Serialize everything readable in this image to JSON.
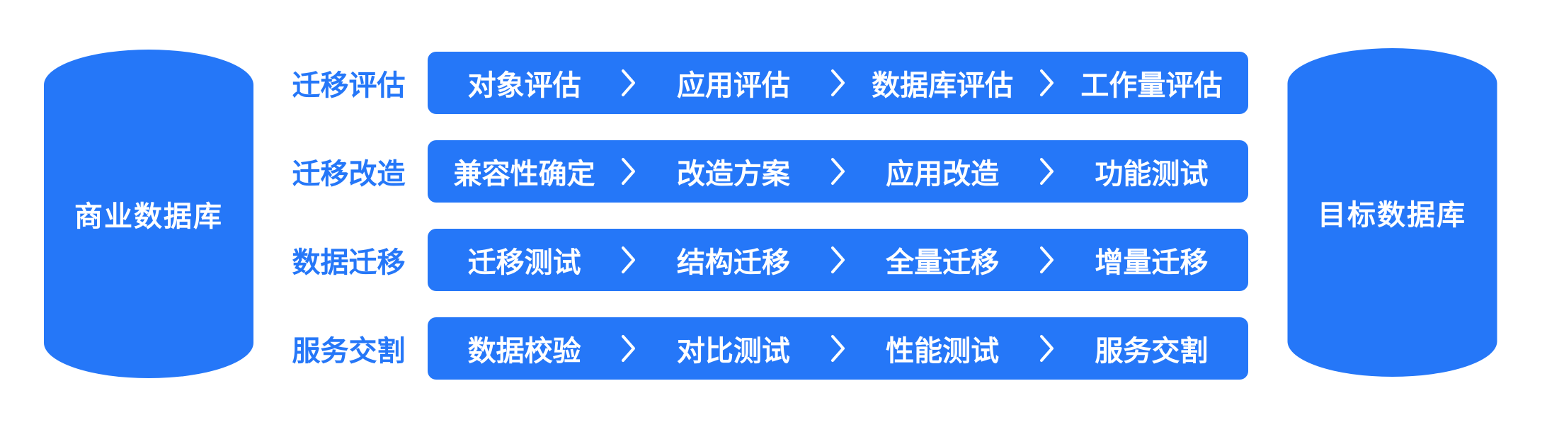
{
  "colors": {
    "primary": "#2577f8",
    "background": "#ffffff",
    "step_text": "#ffffff"
  },
  "left_cylinder": {
    "label": "商业数据库"
  },
  "right_cylinder": {
    "label": "目标数据库"
  },
  "chevron_icon": "chevron-right",
  "rows": [
    {
      "label": "迁移评估",
      "steps": [
        "对象评估",
        "应用评估",
        "数据库评估",
        "工作量评估"
      ]
    },
    {
      "label": "迁移改造",
      "steps": [
        "兼容性确定",
        "改造方案",
        "应用改造",
        "功能测试"
      ]
    },
    {
      "label": "数据迁移",
      "steps": [
        "迁移测试",
        "结构迁移",
        "全量迁移",
        "增量迁移"
      ]
    },
    {
      "label": "服务交割",
      "steps": [
        "数据校验",
        "对比测试",
        "性能测试",
        "服务交割"
      ]
    }
  ]
}
